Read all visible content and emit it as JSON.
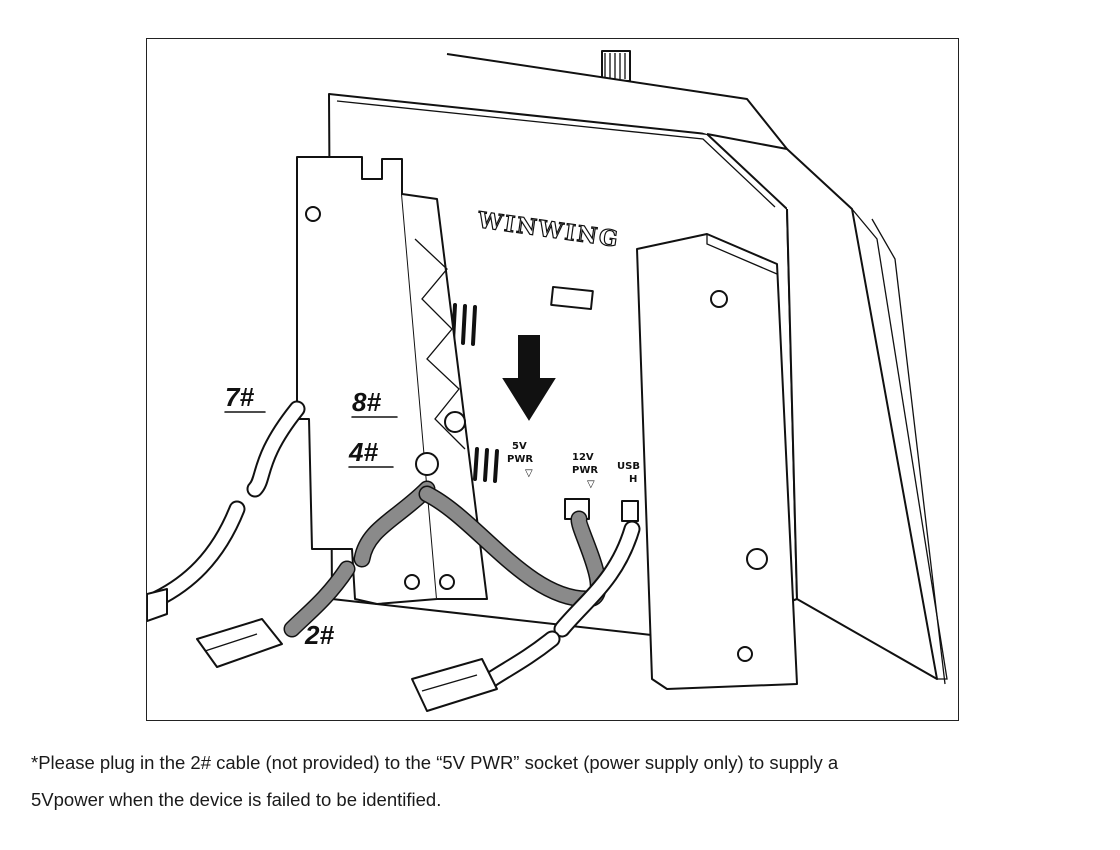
{
  "figure": {
    "brand": "WINWING",
    "callouts": {
      "c7": "7#",
      "c8": "8#",
      "c4": "4#",
      "c2": "2#"
    },
    "ports": {
      "p5v_top": "5V",
      "p5v_bottom": "PWR",
      "p12v_top": "12V",
      "p12v_bottom": "PWR",
      "usb_top": "USB",
      "usb_bottom": "H"
    }
  },
  "caption": {
    "line1": "*Please plug in the 2# cable (not provided) to the “5V PWR” socket (power supply only) to supply a",
    "line2": "5Vpower when the device is failed to be identified."
  }
}
